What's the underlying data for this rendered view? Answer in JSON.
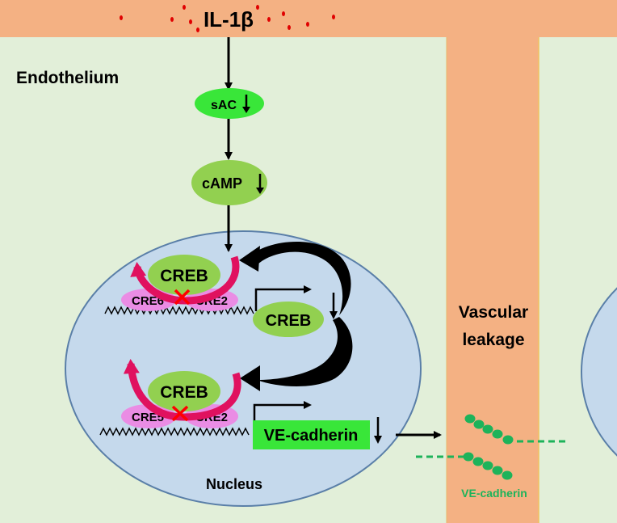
{
  "ligand": {
    "label": "IL-1β"
  },
  "compartments": {
    "cell_label": "Endothelium",
    "nucleus_label": "Nucleus",
    "gap_label_line1": "Vascular",
    "gap_label_line2": "leakage"
  },
  "pathway": {
    "sac": {
      "label": "sAC"
    },
    "camp": {
      "label": "cAMP"
    }
  },
  "promoter_top": {
    "factor": "CREB",
    "site_left": "CRE6",
    "site_right": "CRE2",
    "product": "CREB"
  },
  "promoter_bottom": {
    "factor": "CREB",
    "site_left": "CRE5",
    "site_right": "CRE2",
    "product": "VE-cadherin"
  },
  "junction": {
    "label": "VE-cadherin"
  },
  "colors": {
    "background": "#e2efd9",
    "membrane": "#f4b183",
    "nucleus_fill": "#c5d9ec",
    "nucleus_stroke": "#5a7fa8",
    "green_oval": "#92d050",
    "bright_green": "#39e639",
    "cre_pink": "#ea8ce4",
    "magenta_arrow": "#e0115f",
    "inhibition_x": "#ff0000",
    "cadherin_green": "#1db35a",
    "ligand_dot": "#e00000"
  }
}
